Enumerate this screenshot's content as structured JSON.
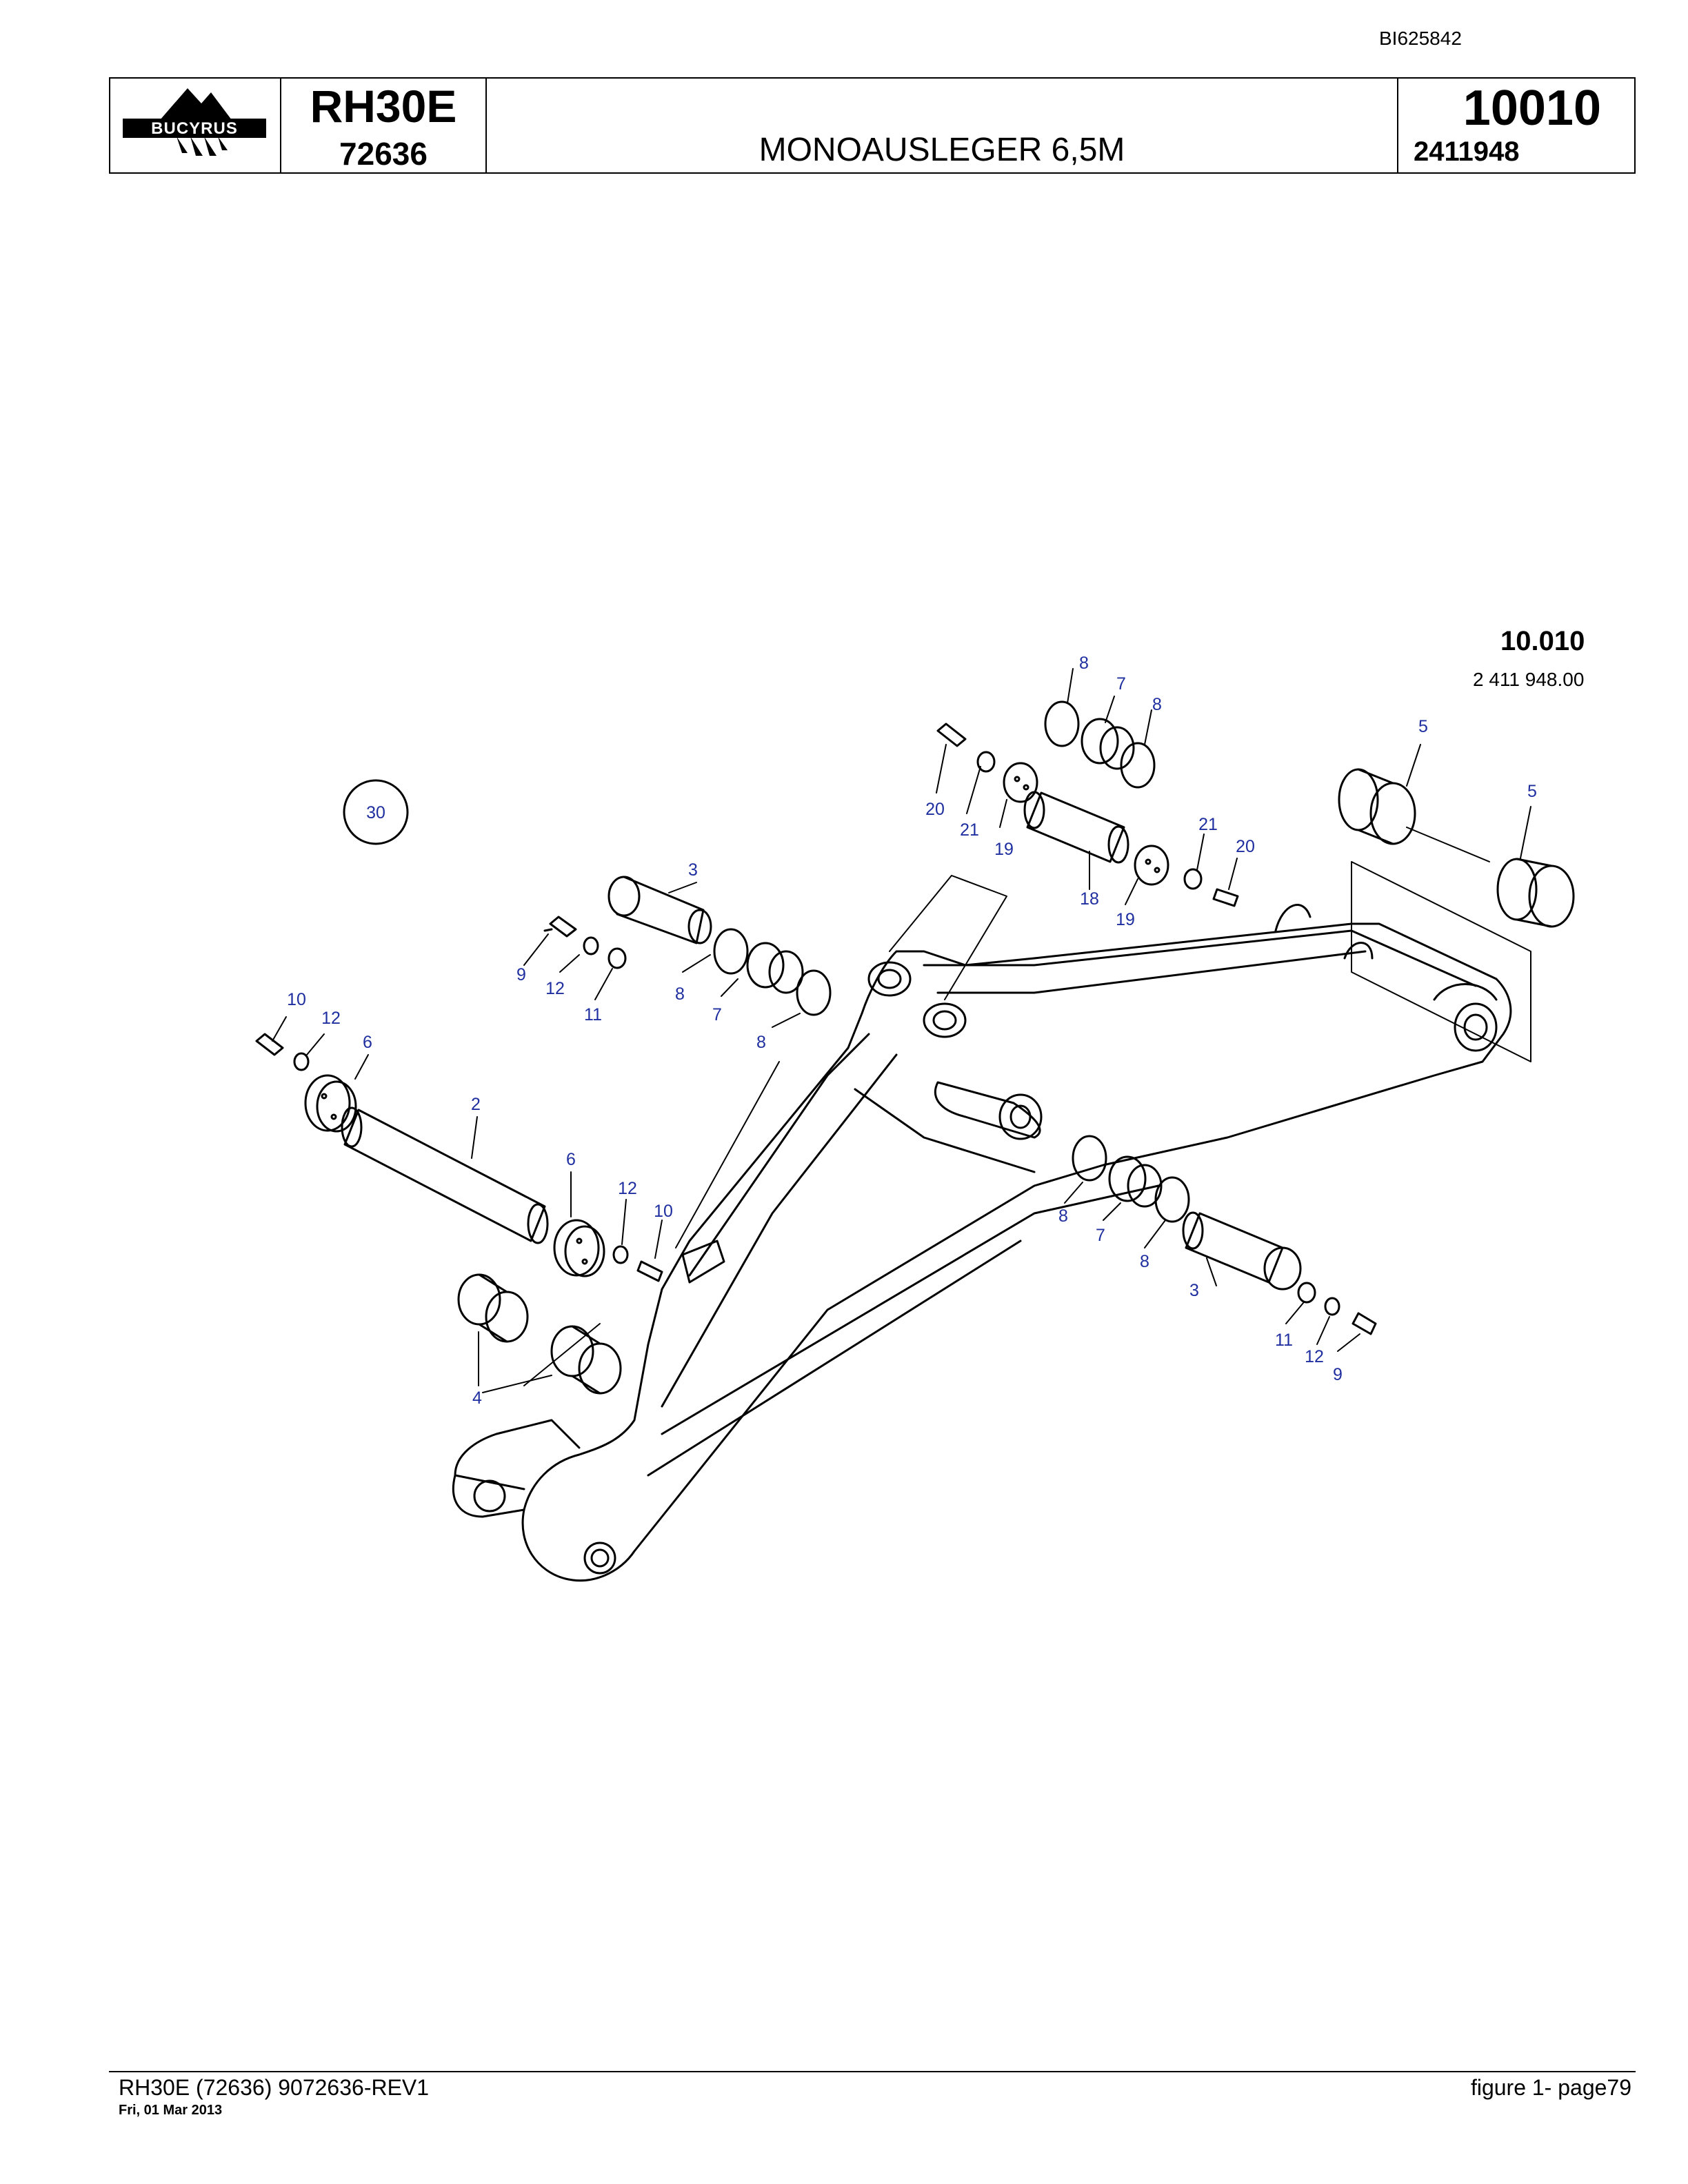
{
  "doc_id": "BI625842",
  "header": {
    "logo_text": "BUCYRUS",
    "model": "RH30E",
    "serial": "72636",
    "title": "MONOAUSLEGER 6,5M",
    "group_number": "10010",
    "part_number": "2411948"
  },
  "figure": {
    "code": "10.010",
    "part_number": "2 411 948.00",
    "reference_circle": "30",
    "callouts": [
      "2",
      "3",
      "3",
      "4",
      "5",
      "5",
      "6",
      "6",
      "7",
      "7",
      "7",
      "8",
      "8",
      "8",
      "8",
      "8",
      "8",
      "9",
      "9",
      "10",
      "10",
      "11",
      "11",
      "12",
      "12",
      "12",
      "12",
      "18",
      "19",
      "19",
      "20",
      "20",
      "21",
      "21"
    ]
  },
  "footer": {
    "left": "RH30E (72636) 9072636-REV1",
    "date": "Fri, 01 Mar 2013",
    "right": "figure  1- page79"
  }
}
